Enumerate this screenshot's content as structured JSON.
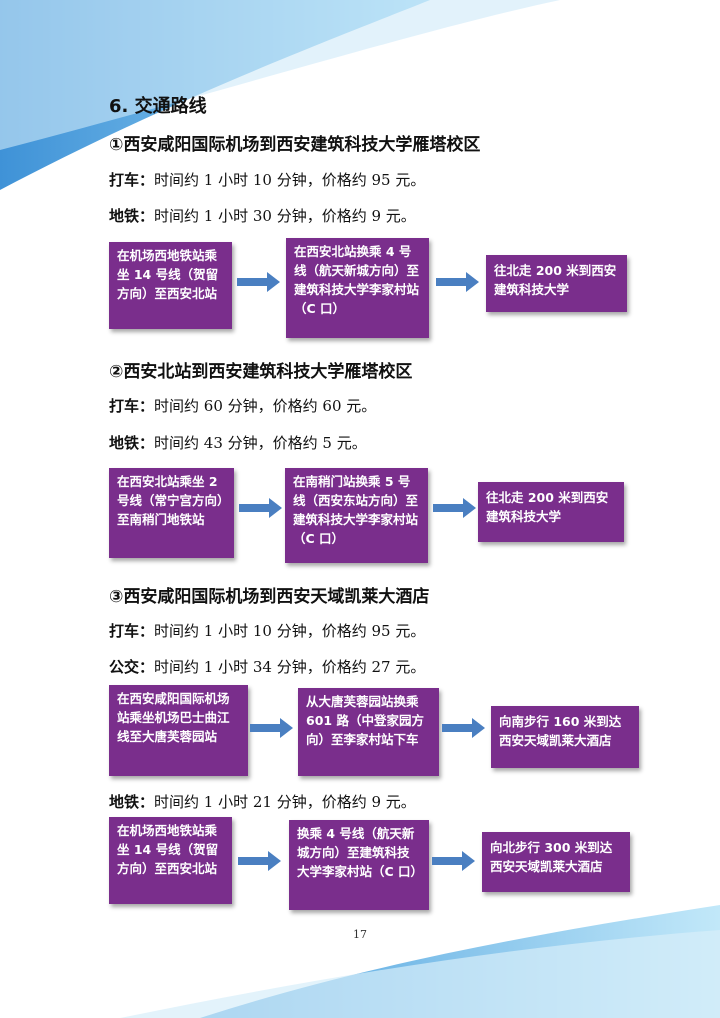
{
  "heading": "6. 交通路线",
  "routes": [
    {
      "title": "①西安咸阳国际机场到西安建筑科技大学雁塔校区",
      "lines": [
        {
          "label": "打车：",
          "text": "时间约 1 小时 10 分钟，价格约 95 元。"
        },
        {
          "label": "地铁：",
          "text": "时间约 1 小时 30 分钟，价格约 9 元。"
        }
      ],
      "flow": [
        "在机场西地铁站乘坐 14 号线（贺留方向）至西安北站",
        "在西安北站换乘 4 号线（航天新城方向）至建筑科技大学李家村站（C 口）",
        "往北走 200 米到西安建筑科技大学"
      ]
    },
    {
      "title": "②西安北站到西安建筑科技大学雁塔校区",
      "lines": [
        {
          "label": "打车：",
          "text": "时间约 60 分钟，价格约 60 元。"
        },
        {
          "label": "地铁：",
          "text": "时间约 43 分钟，价格约 5 元。"
        }
      ],
      "flow": [
        "在西安北站乘坐 2 号线（常宁宫方向）至南稍门地铁站",
        "在南稍门站换乘 5 号线（西安东站方向）至建筑科技大学李家村站（C 口）",
        "往北走 200 米到西安建筑科技大学"
      ]
    },
    {
      "title": "③西安咸阳国际机场到西安天域凯莱大酒店",
      "lines": [
        {
          "label": "打车：",
          "text": "时间约 1 小时 10 分钟，价格约 95 元。"
        },
        {
          "label": "公交：",
          "text": "时间约 1 小时 34 分钟，价格约 27 元。"
        }
      ],
      "flow": [
        "在西安咸阳国际机场站乘坐机场巴士曲江线至大唐芙蓉园站",
        "从大唐芙蓉园站换乘 601 路（中登家园方向）至李家村站下车",
        "向南步行 160 米到达西安天域凯莱大酒店"
      ],
      "extra_line": {
        "label": "地铁：",
        "text": "时间约 1 小时 21 分钟，价格约 9 元。"
      },
      "flow2": [
        "在机场西地铁站乘坐 14 号线（贺留方向）至西安北站",
        "换乘 4 号线（航天新城方向）至建筑科技大学李家村站（C 口）",
        "向北步行 300 米到达西安天域凯莱大酒店"
      ]
    }
  ],
  "page_number": "17",
  "colors": {
    "box": "#7a2e8c",
    "arrow": "#4a7fc1",
    "wave": "#3aa0dc"
  }
}
